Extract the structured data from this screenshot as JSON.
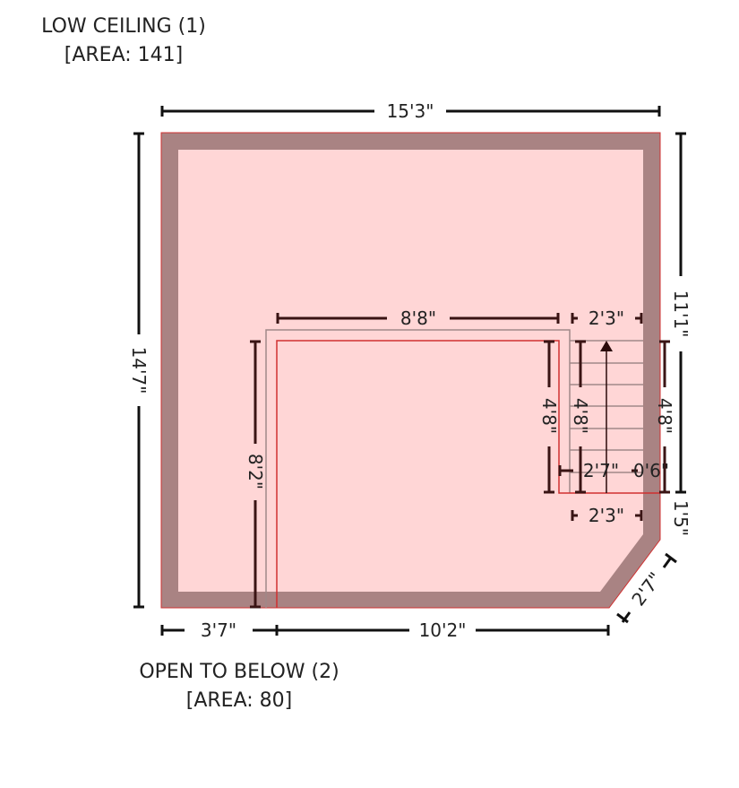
{
  "rooms": [
    {
      "name": "LOW CEILING (1)",
      "area": "[AREA: 141]"
    },
    {
      "name": "OPEN TO BELOW (2)",
      "area": "[AREA: 80]"
    }
  ],
  "dimensions": {
    "top_width": "15'3\"",
    "left_height": "14'7\"",
    "right_upper": "11'1\"",
    "right_lower": "1'5\"",
    "opening_width": "8'8\"",
    "stair_width_top": "2'3\"",
    "opening_height": "8'2\"",
    "stair_left": "4'8\"",
    "stair_mid": "4'8\"",
    "stair_right": "4'8\"",
    "landing_width": "2'7\"",
    "landing_gap": "0'6\"",
    "stair_width_bottom": "2'3\"",
    "bottom_left": "3'7\"",
    "bottom_right": "10'2\"",
    "diagonal": "2'7\""
  },
  "colors": {
    "floor": "#ffd6d6",
    "wall": "#a98383",
    "outline": "#d03030"
  }
}
